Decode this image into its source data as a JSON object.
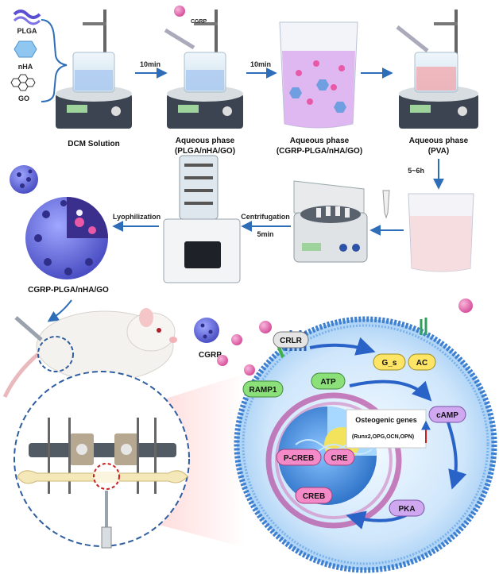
{
  "materials": {
    "plga": "PLGA",
    "nha": "nHA",
    "go": "GO"
  },
  "reagents": {
    "cgrp_syringe": "CGRP"
  },
  "steps": {
    "s1": "DCM Solution",
    "s2_title": "Aqueous phase",
    "s2_sub": "(PLGA/nHA/GO)",
    "s3_title": "Aqueous phase",
    "s3_sub": "(CGRP-PLGA/nHA/GO)",
    "s4_title": "Aqueous phase",
    "s4_sub": "(PVA)",
    "t1": "10min",
    "t2": "10min",
    "t3": "5~6h",
    "centrifugation": "Centrifugation",
    "centrifugation_time": "5min",
    "lyophilization": "Lyophilization",
    "product": "CGRP-PLGA/nHA/GO"
  },
  "cell": {
    "cgrp": "CGRP",
    "crlr": "CRLR",
    "ramp1": "RAMP1",
    "atp": "ATP",
    "gs": "G_s",
    "ac": "AC",
    "camp": "cAMP",
    "pka": "PKA",
    "pcreb": "P-CREB",
    "cre": "CRE",
    "creb": "CREB",
    "genes": "Osteogenic genes",
    "genes_list": "(Runx2,OPG,OCN,OPN)"
  },
  "colors": {
    "arrow": "#2e6db8",
    "cell_membrane": "#3d7fd0",
    "cell_inner": "#dbeeff",
    "nucleus": "#4b9ae8",
    "pink": "#e85aa8",
    "badge_green": "#8ce07a",
    "badge_yellow": "#ffe566",
    "badge_purple": "#cfa8f0",
    "badge_gray": "#e5e5e5"
  }
}
